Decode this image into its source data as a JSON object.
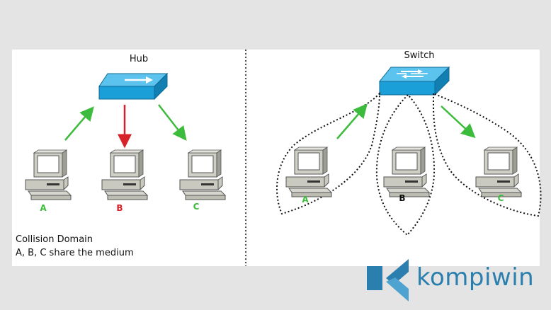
{
  "hub_panel": {
    "title": "Hub",
    "computers": [
      {
        "label": "A",
        "color": "#3dbb3d"
      },
      {
        "label": "B",
        "color": "#d8222a"
      },
      {
        "label": "C",
        "color": "#3dbb3d"
      }
    ],
    "caption_line1": "Collision Domain",
    "caption_line2": "A, B, C share the medium"
  },
  "switch_panel": {
    "title": "Switch",
    "computers": [
      {
        "label": "A",
        "color": "#3dbb3d"
      },
      {
        "label": "B",
        "color": "#111111"
      },
      {
        "label": "C",
        "color": "#3dbb3d"
      }
    ]
  },
  "colors": {
    "device_blue": "#1a9fd8",
    "arrow_green": "#3dbb3d",
    "arrow_red": "#d8222a",
    "brand": "#2b7fae"
  },
  "brand": {
    "name": "kompiwin",
    "icon": "kompiwin-logo-icon"
  }
}
